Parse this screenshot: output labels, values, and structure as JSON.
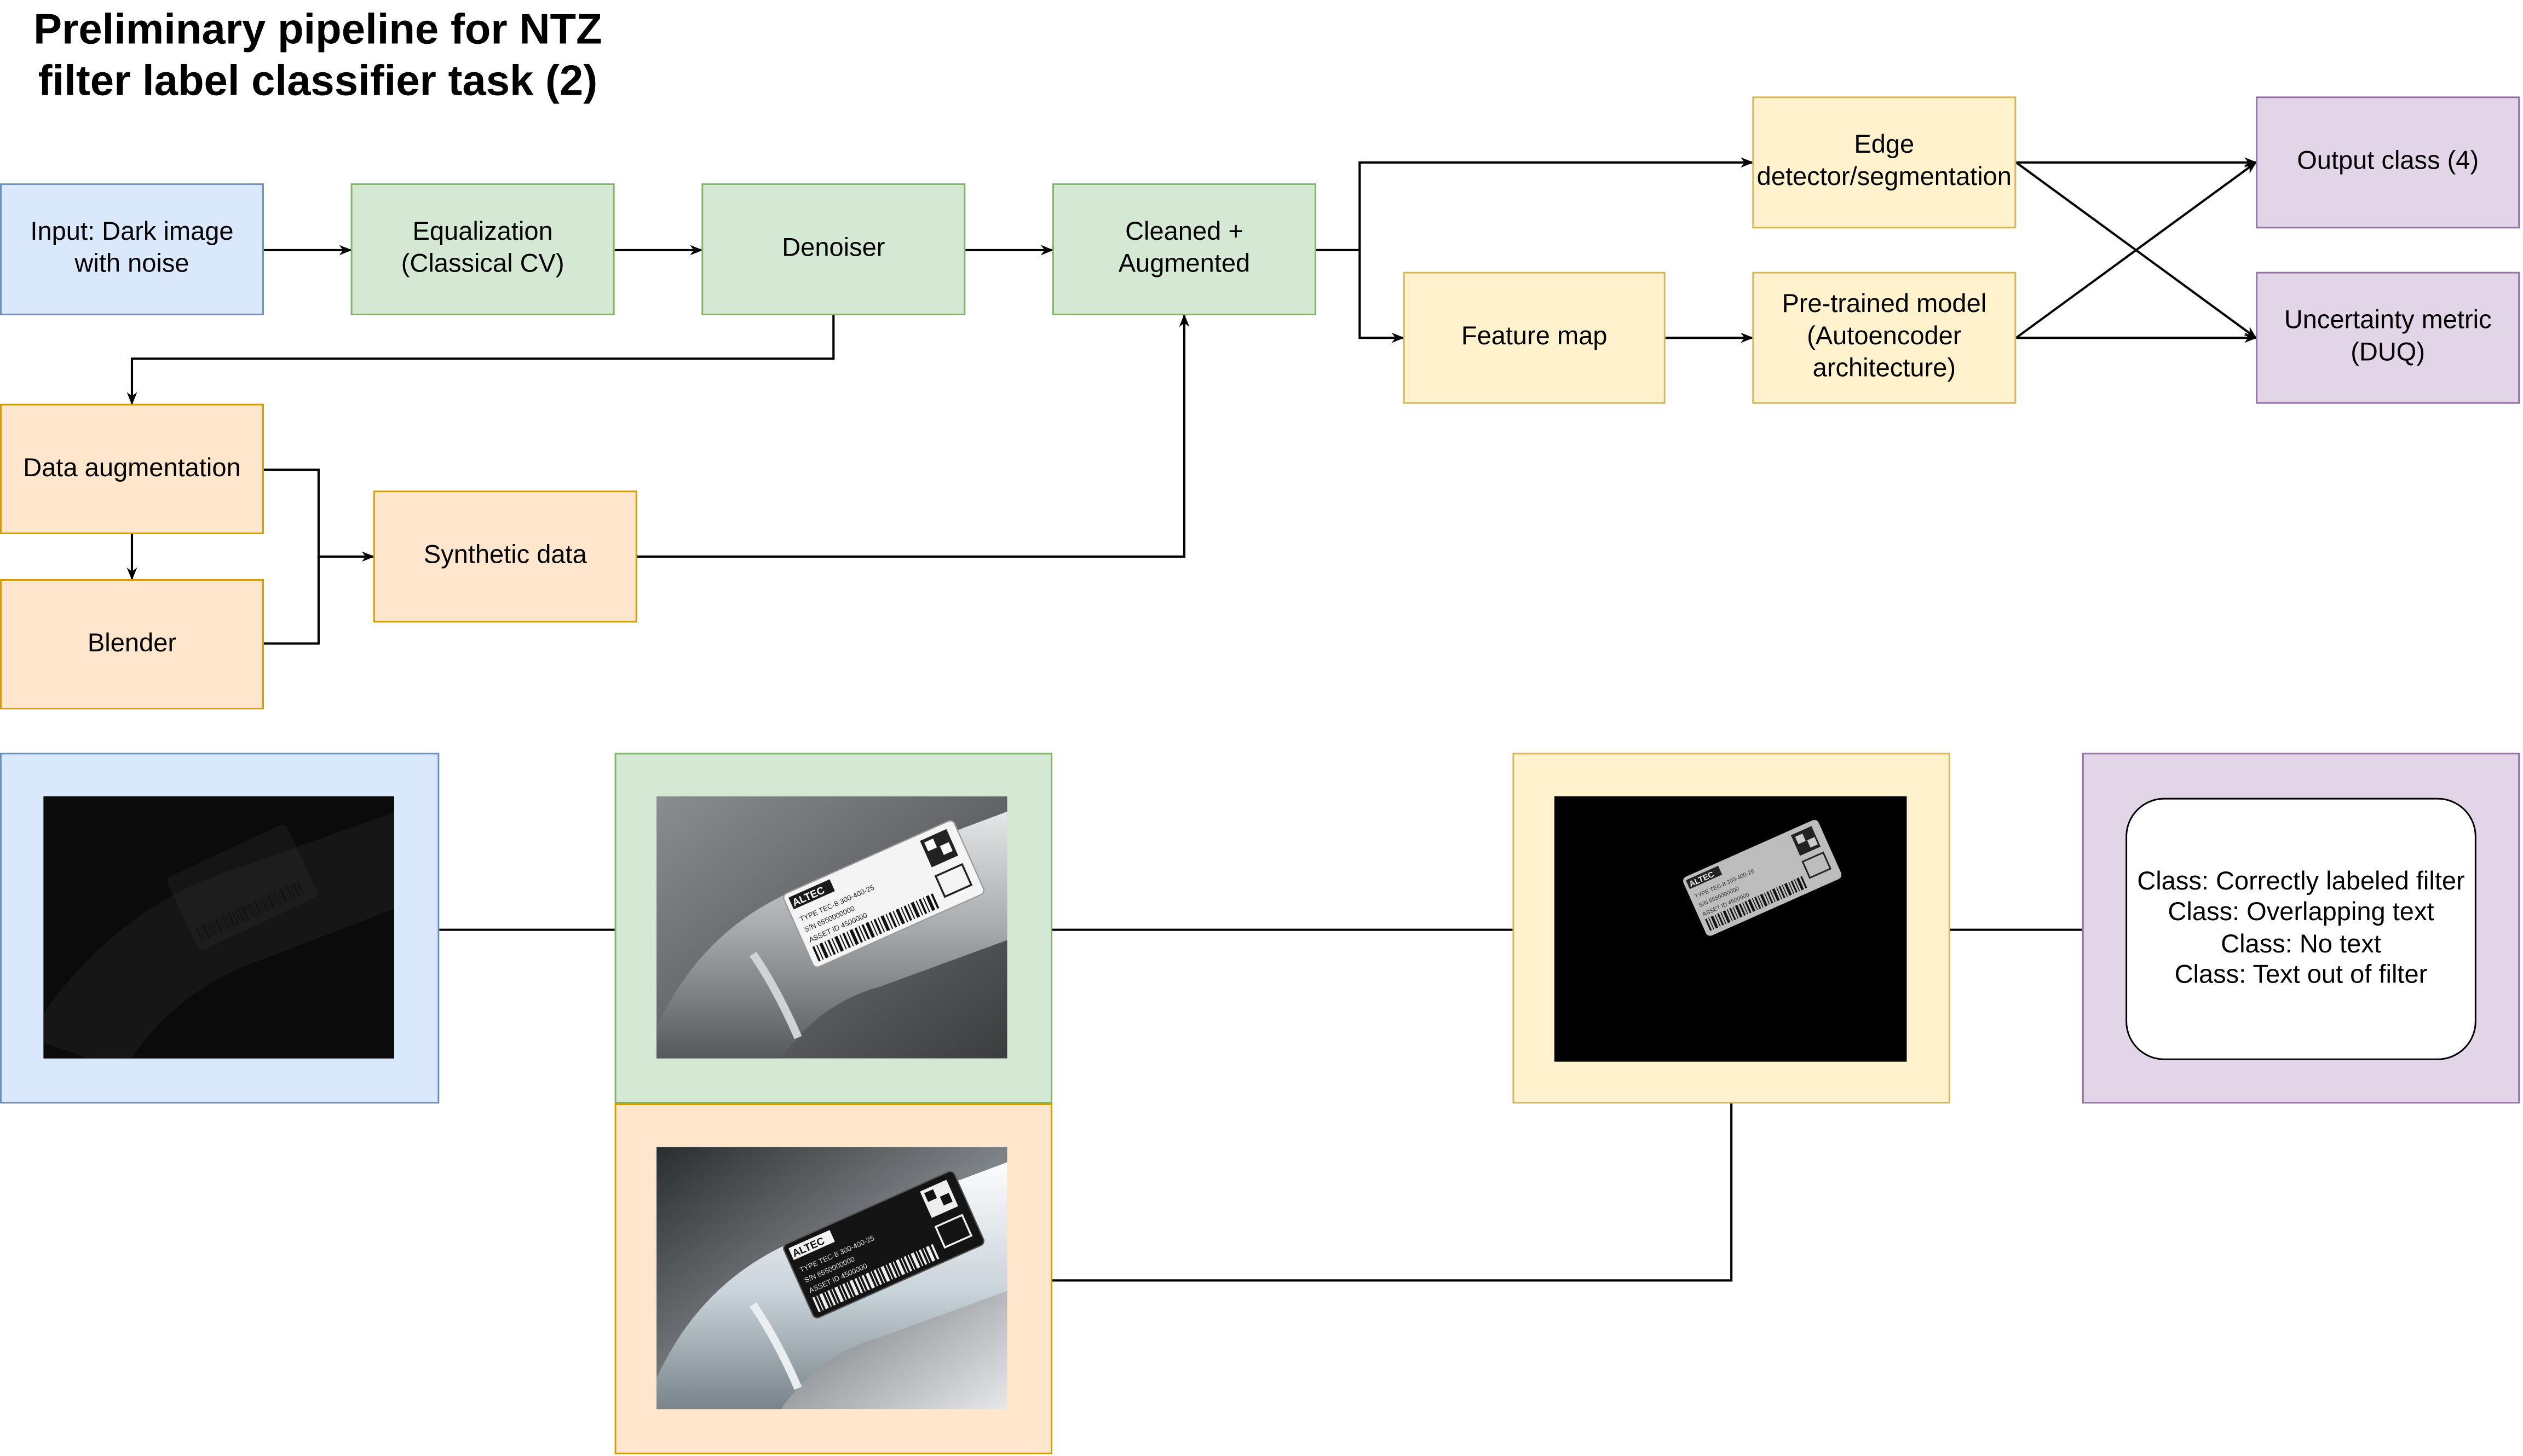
{
  "title": [
    "Preliminary pipeline for NTZ",
    "filter label classifier task (2)"
  ],
  "nodes": {
    "input": [
      "Input: Dark image",
      "with noise"
    ],
    "equalization": [
      "Equalization",
      "(Classical CV)"
    ],
    "denoiser": [
      "Denoiser"
    ],
    "cleaned": [
      "Cleaned +",
      "Augmented"
    ],
    "edge": [
      "Edge",
      "detector/segmentation"
    ],
    "feature_map": [
      "Feature map"
    ],
    "pretrained": [
      "Pre-trained model",
      "(Autoencoder",
      "architecture)"
    ],
    "output_class": [
      "Output class (4)"
    ],
    "uncertainty": [
      "Uncertainty metric",
      "(DUQ)"
    ],
    "data_aug": [
      "Data augmentation"
    ],
    "blender": [
      "Blender"
    ],
    "synthetic": [
      "Synthetic data"
    ]
  },
  "photo_label": {
    "brand": "ALTEC",
    "type_row": "TYPE   TEC-8 300-400-25",
    "sn_row": "S/N      6550000000",
    "asset_row": "ASSET ID     4500000"
  },
  "classes": [
    "Class: Correctly labeled filter",
    "Class: Overlapping text",
    "Class: No text",
    "Class: Text out of filter"
  ],
  "colors": {
    "blue_fill": "#dae8fc",
    "blue_stroke": "#6c8ebf",
    "green_fill": "#d5e8d4",
    "green_stroke": "#82b366",
    "orange_fill": "#ffe6cc",
    "orange_stroke": "#d79b00",
    "yellow_fill": "#fff2cc",
    "yellow_stroke": "#d6b656",
    "purple_fill": "#e1d5e7",
    "purple_stroke": "#9673a6"
  }
}
